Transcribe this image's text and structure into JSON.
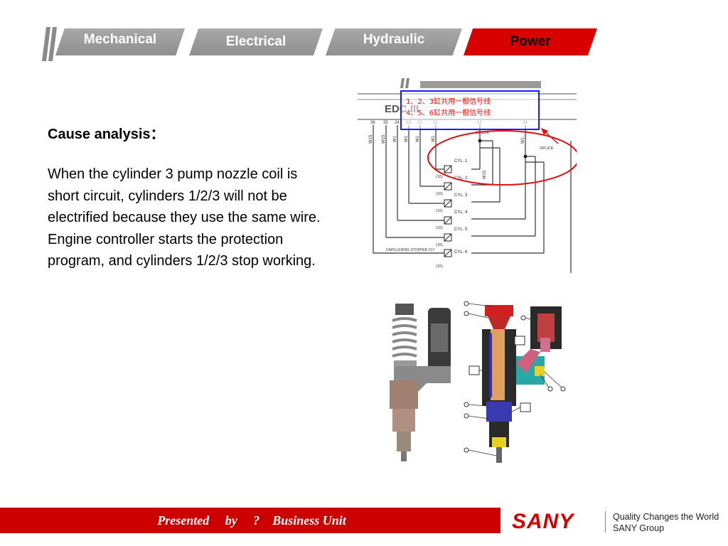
{
  "tabs": [
    {
      "label": "Mechanical",
      "active": false
    },
    {
      "label": "Electrical",
      "active": false
    },
    {
      "label": "Hydraulic",
      "active": false
    },
    {
      "label": "Power",
      "active": true
    }
  ],
  "content": {
    "heading": "Cause analysis：",
    "paragraph": "When the cylinder 3 pump nozzle coil is short circuit, cylinders 1/2/3 will not be electrified because they use the same wire. Engine controller starts the protection program, and cylinders 1/2/3 stop working."
  },
  "schematic": {
    "ecu_label": "EDC III",
    "note_line1": "1、2、3缸共用一根信号线",
    "note_line2": "4、5、6缸共用一根信号线",
    "pin_numbers": [
      "36",
      "35",
      "24",
      "23",
      "22",
      "11",
      "12",
      "24"
    ],
    "wire_labels": [
      "W15",
      "W15",
      "W1",
      "W1",
      "W1",
      "W1",
      "W15",
      "W1"
    ],
    "cylinders": [
      "CYL. 1",
      "CYL. 2",
      "CYL. 3",
      "CYL. 4",
      "CYL. 5",
      "CYL. 6"
    ],
    "splice_labels": [
      "SPLICE",
      "SPLICE"
    ],
    "stopper_label": "CAPILLERING STOPPER X17",
    "connector_label": "(16)"
  },
  "footer": {
    "presented": "Presented     by     ?    Business Unit",
    "brand": "SANY",
    "tagline_line1": "Quality Changes the World",
    "tagline_line2": "SANY Group"
  },
  "colors": {
    "accent_red": "#d90000",
    "tab_grey": "#9a9a9a",
    "note_box_blue": "#1a1aff"
  }
}
